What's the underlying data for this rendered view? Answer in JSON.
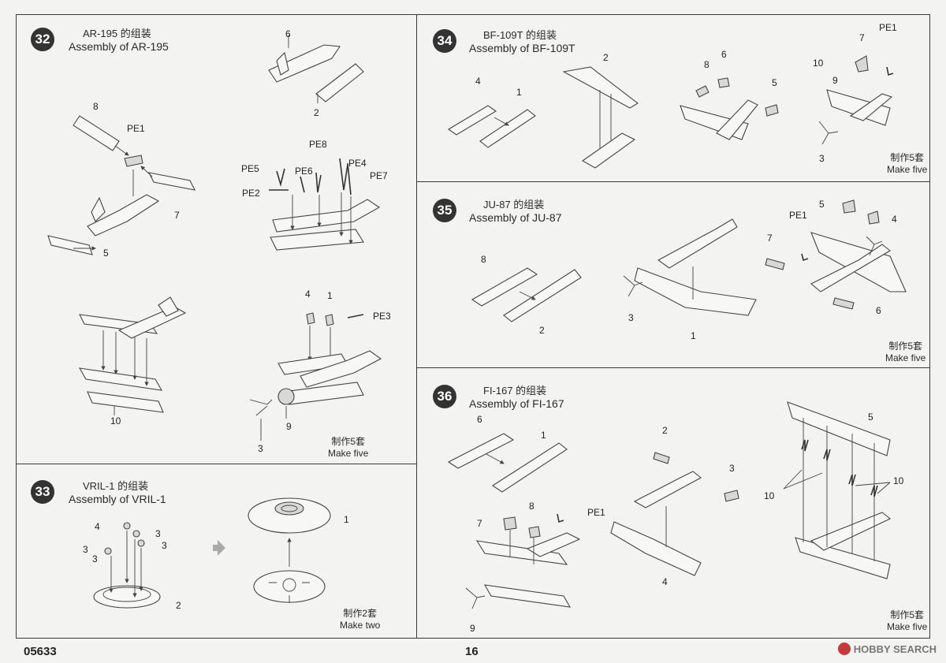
{
  "footer": {
    "code": "05633",
    "page": "16"
  },
  "watermark": {
    "text": "HOBBY SEARCH"
  },
  "steps": [
    {
      "id": "32",
      "number": "32",
      "title_zh": "AR-195 的组装",
      "title_en": "Assembly of AR-195",
      "make_zh": "制作5套",
      "make_en": "Make five",
      "labels": [
        "6",
        "2",
        "8",
        "PE1",
        "7",
        "5",
        "PE8",
        "PE5",
        "PE6",
        "PE4",
        "PE7",
        "PE2",
        "4",
        "1",
        "PE3",
        "10",
        "3",
        "9"
      ]
    },
    {
      "id": "33",
      "number": "33",
      "title_zh": "VRIL-1 的组装",
      "title_en": "Assembly of VRIL-1",
      "make_zh": "制作2套",
      "make_en": "Make two",
      "labels": [
        "4",
        "3",
        "3",
        "3",
        "3",
        "2",
        "1"
      ]
    },
    {
      "id": "34",
      "number": "34",
      "title_zh": "BF-109T 的组装",
      "title_en": "Assembly of BF-109T",
      "make_zh": "制作5套",
      "make_en": "Make five",
      "labels": [
        "2",
        "4",
        "1",
        "6",
        "8",
        "5",
        "7",
        "PE1",
        "10",
        "9",
        "3"
      ]
    },
    {
      "id": "35",
      "number": "35",
      "title_zh": "JU-87 的组装",
      "title_en": "Assembly of JU-87",
      "make_zh": "制作5套",
      "make_en": "Make five",
      "labels": [
        "8",
        "2",
        "3",
        "1",
        "5",
        "PE1",
        "4",
        "7",
        "6"
      ]
    },
    {
      "id": "36",
      "number": "36",
      "title_zh": "FI-167 的组装",
      "title_en": "Assembly of FI-167",
      "make_zh": "制作5套",
      "make_en": "Make five",
      "labels": [
        "6",
        "1",
        "2",
        "3",
        "5",
        "8",
        "PE1",
        "7",
        "10",
        "10",
        "4",
        "9"
      ]
    }
  ]
}
